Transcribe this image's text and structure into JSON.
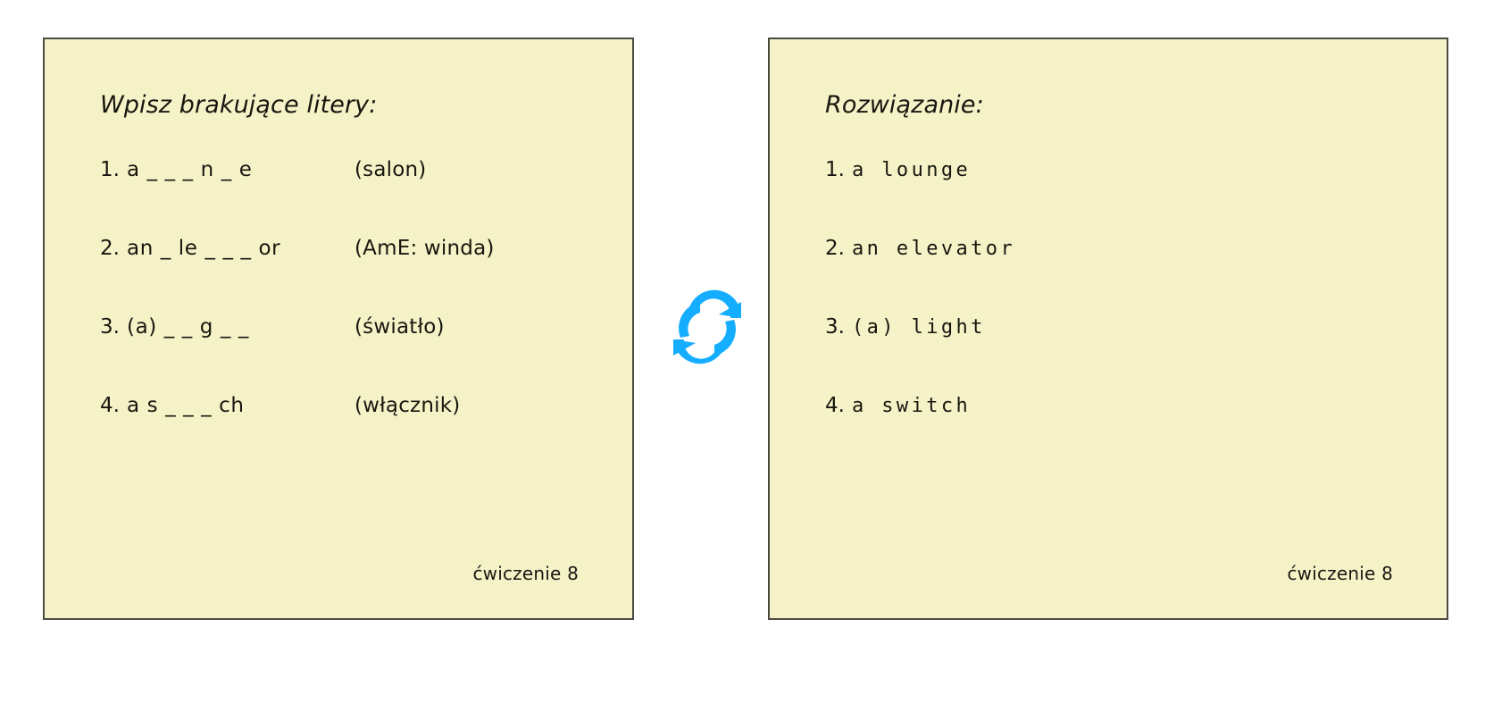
{
  "theme": {
    "card_background": "#f6f2c8",
    "card_border": "#4a4a42",
    "text_color": "#17170f",
    "accent": "#15adff",
    "page_background": "#ffffff"
  },
  "exercise_card": {
    "title": "Wpisz brakujące litery:",
    "rows": [
      {
        "num": "1.",
        "prompt": "a  _ _ _ n _ e",
        "hint": "(salon)"
      },
      {
        "num": "2.",
        "prompt": "an  _ le _ _ _ or",
        "hint": "(AmE: winda)"
      },
      {
        "num": "3.",
        "prompt": "(a)  _ _ g _ _",
        "hint": "(światło)"
      },
      {
        "num": "4.",
        "prompt": "a  s _ _ _ ch",
        "hint": "(włącznik)"
      }
    ],
    "footer": "ćwiczenie 8"
  },
  "solution_card": {
    "title": "Rozwiązanie:",
    "rows": [
      {
        "num": "1.",
        "answer": "a lounge"
      },
      {
        "num": "2.",
        "answer": "an elevator"
      },
      {
        "num": "3.",
        "answer": "(a) light"
      },
      {
        "num": "4.",
        "answer": "a switch"
      }
    ],
    "footer": "ćwiczenie 8"
  },
  "sync_icon": {
    "name": "sync-refresh-icon",
    "color": "#15adff"
  }
}
